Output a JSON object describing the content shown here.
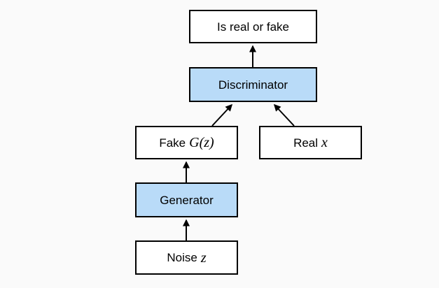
{
  "diagram": {
    "type": "flowchart",
    "colors": {
      "background": "#fafafa",
      "box_fill_default": "#ffffff",
      "box_fill_highlight": "#b9dbf8",
      "border_color": "#000000",
      "arrow_color": "#000000",
      "text_color": "#000000"
    },
    "nodes": [
      {
        "id": "output",
        "label": "Is real or fake",
        "style": "plain"
      },
      {
        "id": "discriminator",
        "label": "Discriminator",
        "style": "highlight"
      },
      {
        "id": "fake",
        "label_prefix": "Fake",
        "label_math": "G(z)",
        "style": "plain"
      },
      {
        "id": "real",
        "label_prefix": "Real",
        "label_math": "x",
        "style": "plain"
      },
      {
        "id": "generator",
        "label": "Generator",
        "style": "highlight"
      },
      {
        "id": "noise",
        "label_prefix": "Noise",
        "label_math": "z",
        "style": "plain"
      }
    ],
    "edges": [
      {
        "from": "noise",
        "to": "generator"
      },
      {
        "from": "generator",
        "to": "fake"
      },
      {
        "from": "fake",
        "to": "discriminator"
      },
      {
        "from": "real",
        "to": "discriminator"
      },
      {
        "from": "discriminator",
        "to": "output"
      }
    ]
  }
}
